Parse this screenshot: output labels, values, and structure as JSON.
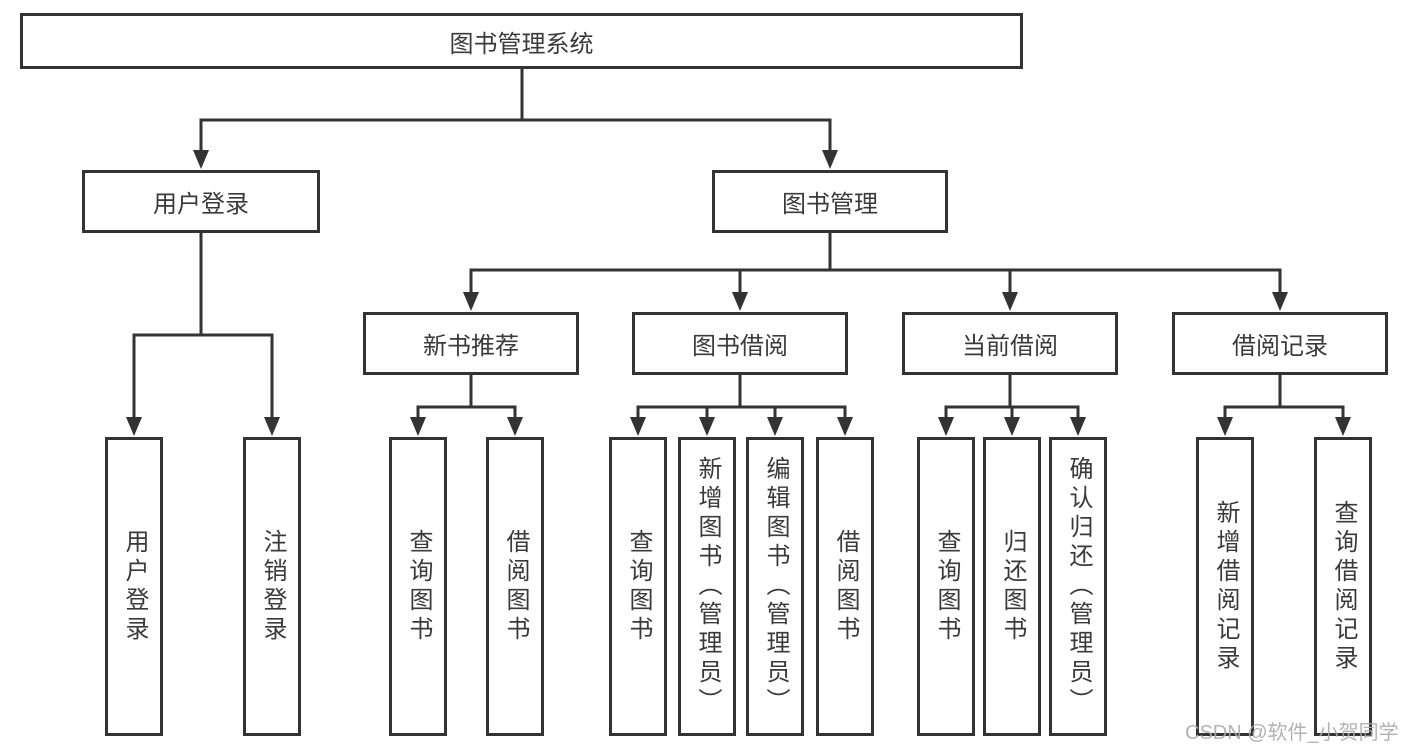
{
  "tree": {
    "root": "图书管理系统",
    "children": [
      {
        "label": "用户登录",
        "leaves": [
          "用户登录",
          "注销登录"
        ]
      },
      {
        "label": "图书管理",
        "children": [
          {
            "label": "新书推荐",
            "leaves": [
              "查询图书",
              "借阅图书"
            ]
          },
          {
            "label": "图书借阅",
            "leaves": [
              "查询图书",
              "新增图书（管理员）",
              "编辑图书（管理员）",
              "借阅图书"
            ]
          },
          {
            "label": "当前借阅",
            "leaves": [
              "查询图书",
              "归还图书",
              "确认归还（管理员）"
            ]
          },
          {
            "label": "借阅记录",
            "leaves": [
              "新增借阅记录",
              "查询借阅记录"
            ]
          }
        ]
      }
    ]
  },
  "watermark": {
    "text": "CSDN @软件_小贺同学"
  },
  "colors": {
    "line": "#333333",
    "text": "#3a3a3a",
    "watermark": "#aaaab0",
    "background": "#ffffff"
  }
}
